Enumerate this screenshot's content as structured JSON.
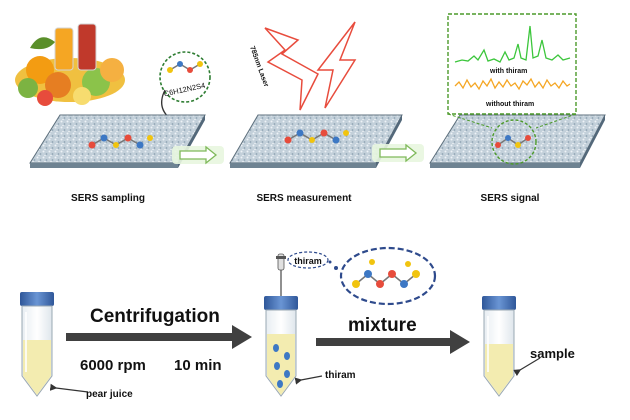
{
  "top_panel": {
    "steps": [
      {
        "label": "SERS sampling"
      },
      {
        "label": "SERS measurement"
      },
      {
        "label": "SERS signal"
      }
    ],
    "formula": "C6H12N2S4",
    "laser_label": "785nm Laser",
    "spectrum": {
      "with_label": "with thiram",
      "without_label": "without thiram",
      "with_color": "#3cc63c",
      "without_color": "#f5a623"
    }
  },
  "bottom_panel": {
    "sample_label": "pear juice",
    "process_label": "Centrifugation",
    "speed_label": "6000 rpm",
    "time_label": "10 min",
    "reagent_label": "thiram",
    "tube_reagent_label": "thiram",
    "mix_label": "mixture",
    "result_label": "sample"
  },
  "colors": {
    "substrate": "#b9c8d4",
    "arrow_green": "#8fd16c",
    "process_arrow": "#404040",
    "tube_cap": "#3d6bb0",
    "juice": "#f3ecb0",
    "thiram_dots": "#3d78c4",
    "dashed_circle": "#2e4a8c",
    "laser": "#e84c3d"
  },
  "icons": [
    "fruit-photo",
    "molecule-icon",
    "laser-bolt-icon",
    "pipette-icon"
  ]
}
